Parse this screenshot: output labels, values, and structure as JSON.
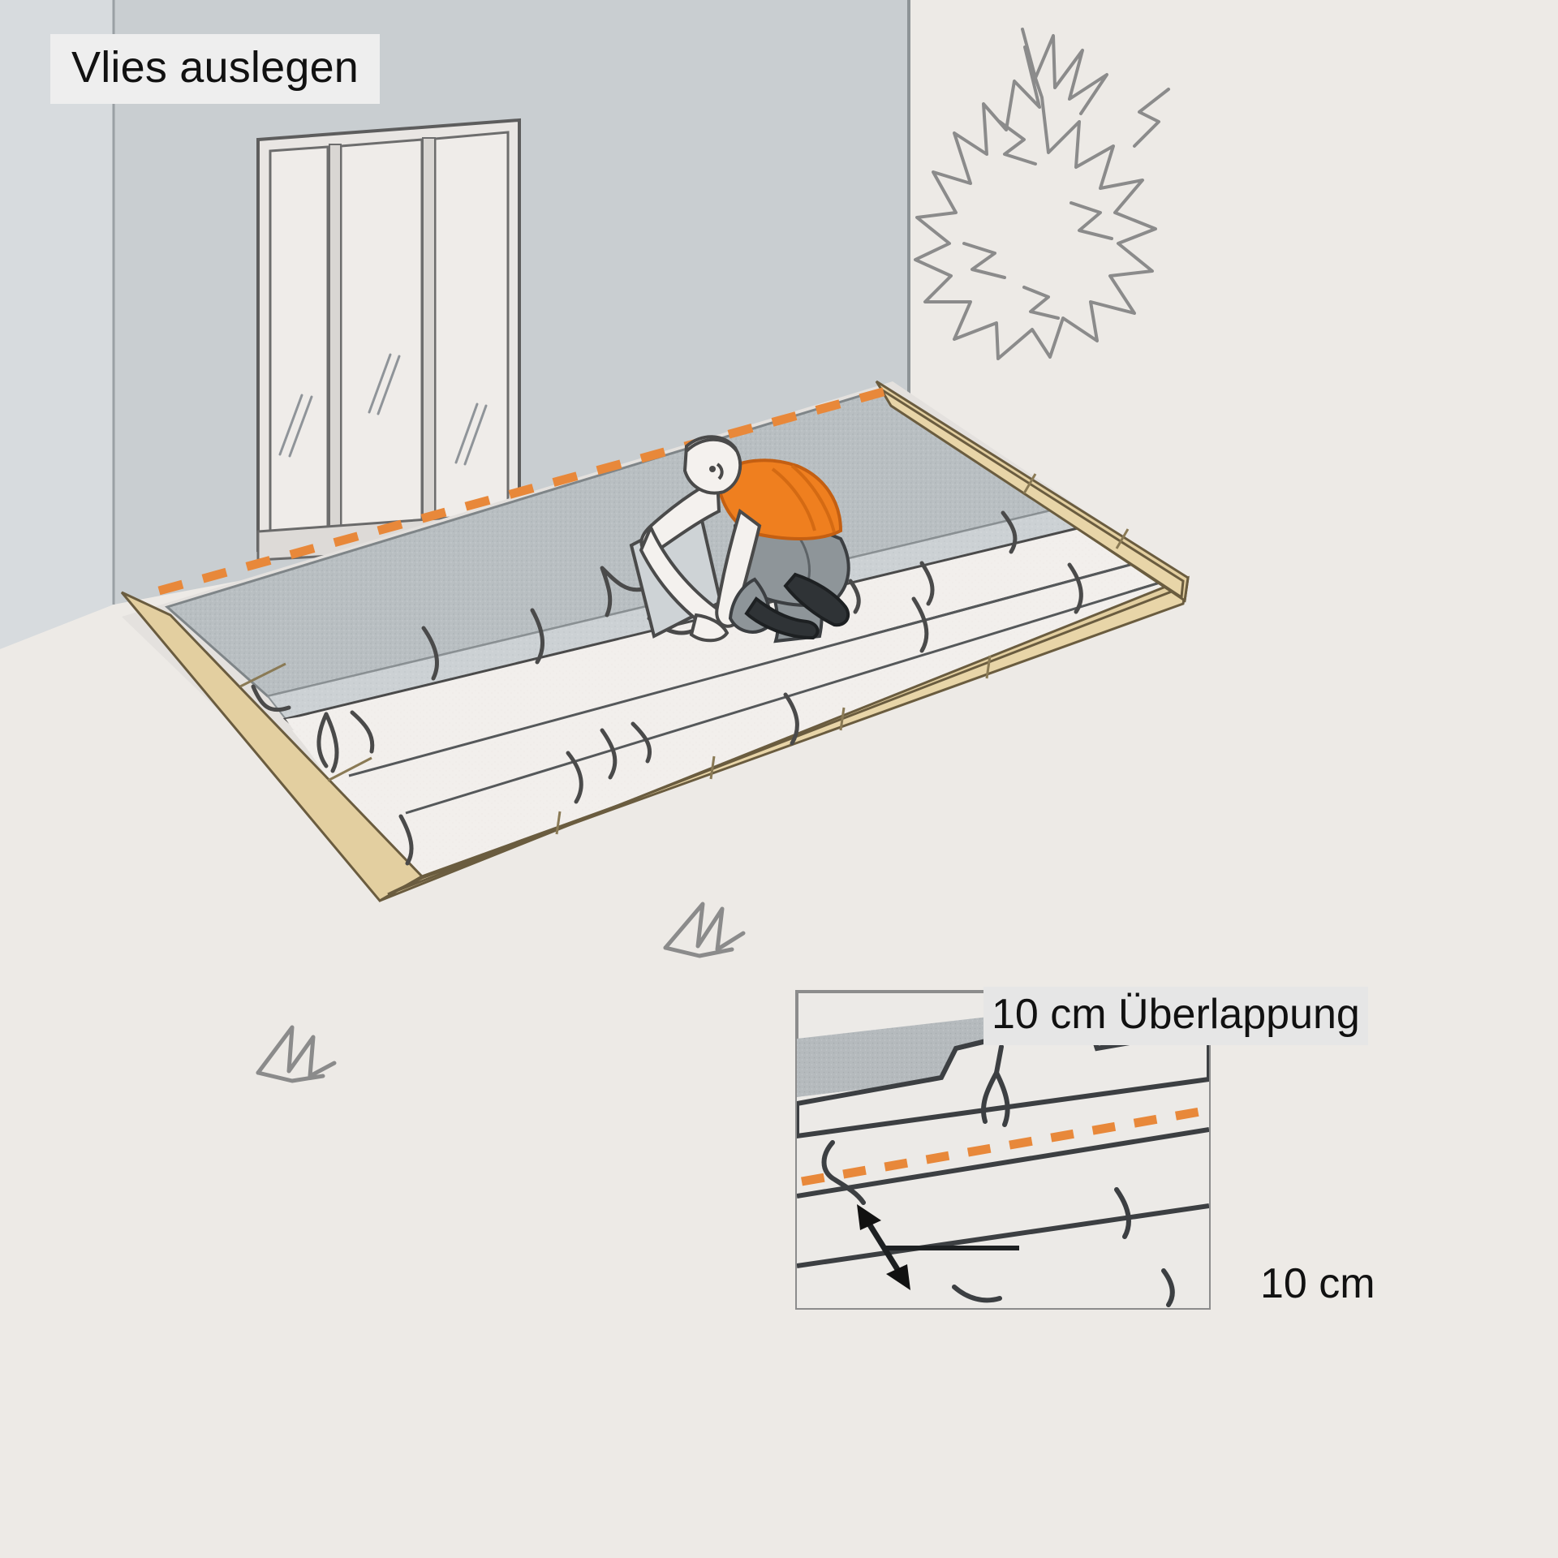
{
  "scene": {
    "title": "Vlies auslegen",
    "language": "de",
    "illustration_type": "instructional-line-drawing"
  },
  "inset": {
    "header": "10 cm Überlappung",
    "dimension_label": "10 cm"
  },
  "colors": {
    "background": "#edeae6",
    "wall_front": "#c9ced1",
    "wall_side": "#d5d9dc",
    "wall_top": "#dfe2e4",
    "glass_panel": "#efece9",
    "frame_line": "#6d6d6d",
    "fleece": "#f2efec",
    "gravel_strip": "#b9bfc2",
    "concrete_strip": "#cdd2d5",
    "wood_border": "#e3cfa0",
    "wood_border_dark": "#d4bb86",
    "dashed_orange": "#e8883a",
    "vest_orange": "#ef7f1f",
    "skin": "#f4f1ee",
    "pants_gray": "#8e9599",
    "shoe_dark": "#2f3336",
    "outline": "#4a4a4a",
    "sketch_gray": "#8b8b8b",
    "inset_border": "#8c8c8c",
    "inset_bg": "#eceae7",
    "inset_gravel": "#b5babd",
    "text": "#111111",
    "title_chip_bg": "#eeeeee",
    "inset_title_bg": "#e6e6e6"
  },
  "elements": {
    "wall_label": "house wall",
    "door_label": "sliding glass door",
    "bush_label": "shrub",
    "fleece_label": "geotextile fleece",
    "border_label": "wooden edging",
    "worker_label": "worker laying fleece",
    "gravel_label": "gravel base strip",
    "dashed_label": "fleece edge marker line"
  },
  "counts": {
    "door_panels": 3,
    "fleece_strips": 3
  }
}
